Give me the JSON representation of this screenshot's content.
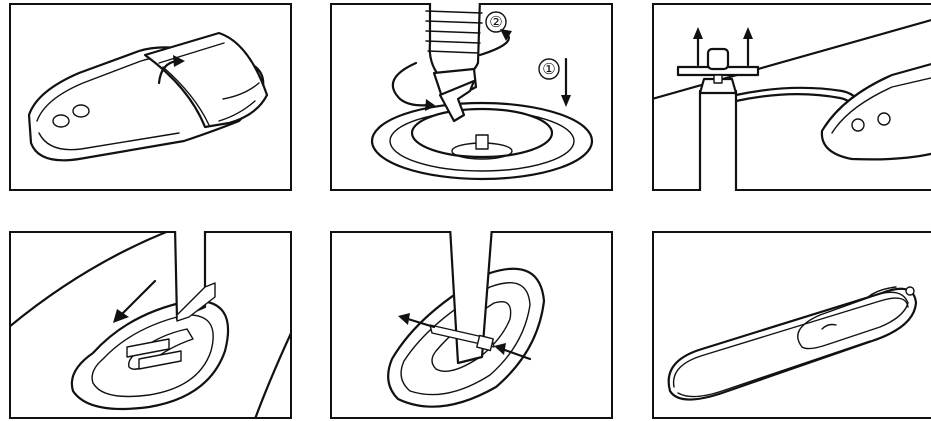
{
  "panels": [
    {
      "id": "roll-out",
      "step_number": null
    },
    {
      "id": "attach-pump",
      "step_markers": [
        "①",
        "②"
      ]
    },
    {
      "id": "pump-inflate",
      "step_number": null
    },
    {
      "id": "insert-fin",
      "step_number": null
    },
    {
      "id": "lock-fin",
      "step_number": null
    },
    {
      "id": "finished-board",
      "step_number": null
    }
  ],
  "colors": {
    "line": "#111111",
    "background": "#ffffff"
  },
  "icons": [
    "board-unroll",
    "curved-arrow",
    "hose-valve",
    "rotate-arrows",
    "down-arrow",
    "pump-handle",
    "up-arrows",
    "fin-box",
    "slide-arrow",
    "pin-arrows",
    "paddle-board"
  ]
}
